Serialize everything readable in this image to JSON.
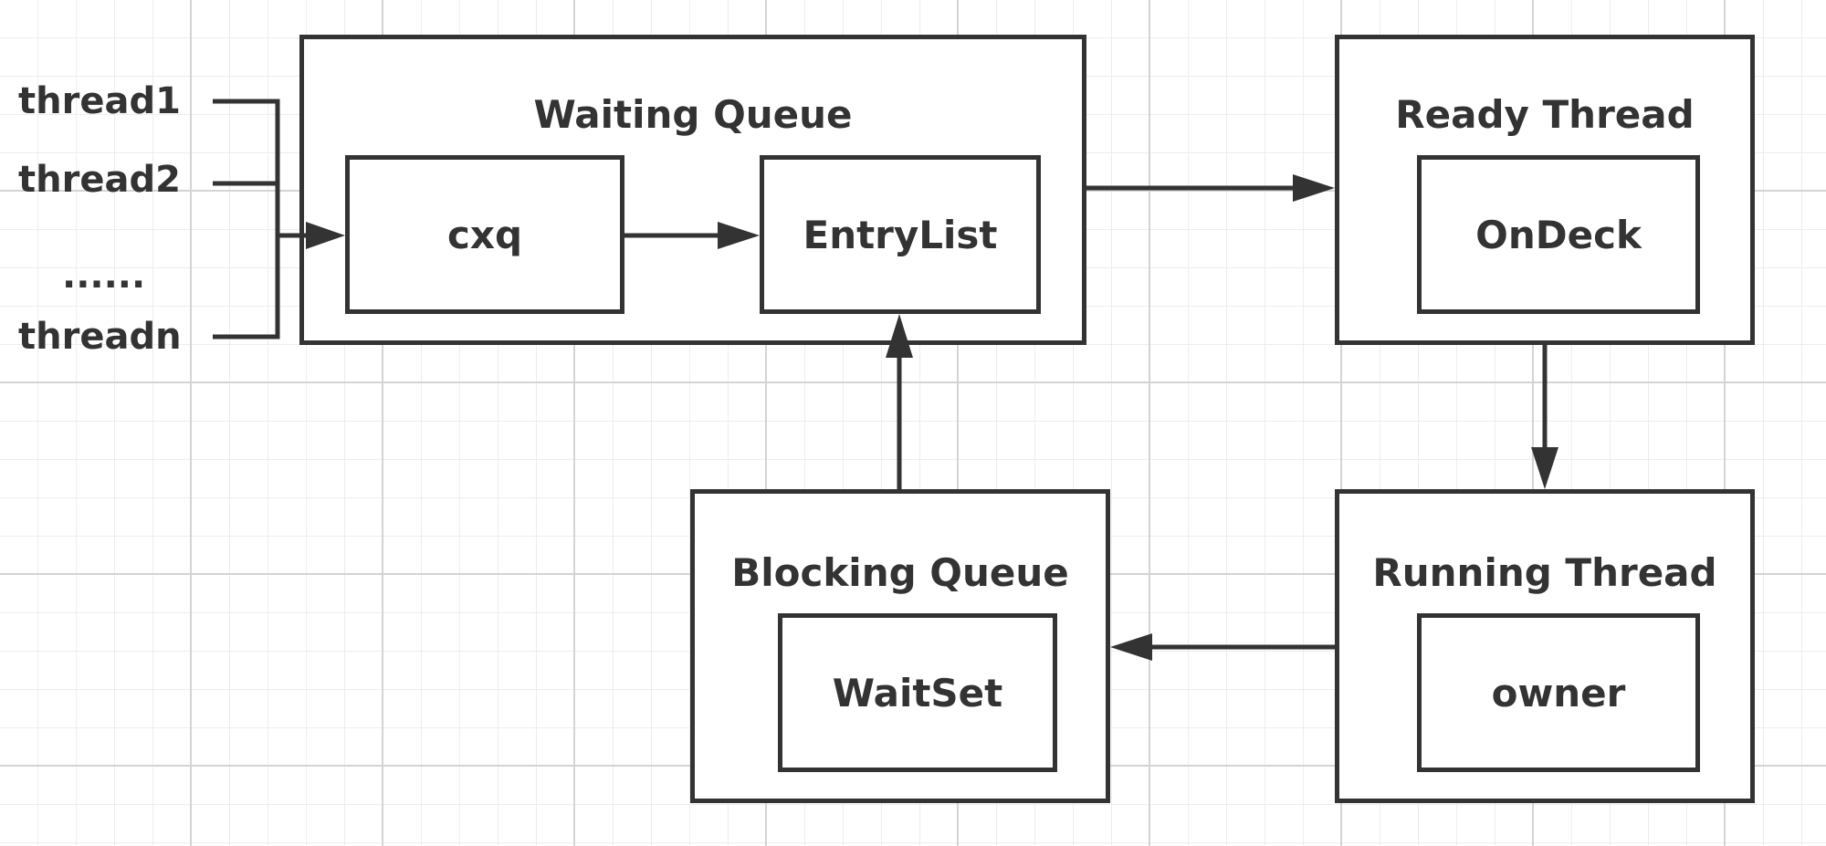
{
  "threads": {
    "items": [
      "thread1",
      "thread2",
      "......",
      "threadn"
    ]
  },
  "waiting_queue": {
    "title": "Waiting Queue",
    "cxq": "cxq",
    "entry_list": "EntryList"
  },
  "ready_thread": {
    "title": "Ready Thread",
    "on_deck": "OnDeck"
  },
  "running_thread": {
    "title": "Running Thread",
    "owner": "owner"
  },
  "blocking_queue": {
    "title": "Blocking Queue",
    "wait_set": "WaitSet"
  },
  "colors": {
    "stroke": "#333333",
    "grid_major": "#d4d4d4",
    "grid_minor": "#ededed"
  }
}
